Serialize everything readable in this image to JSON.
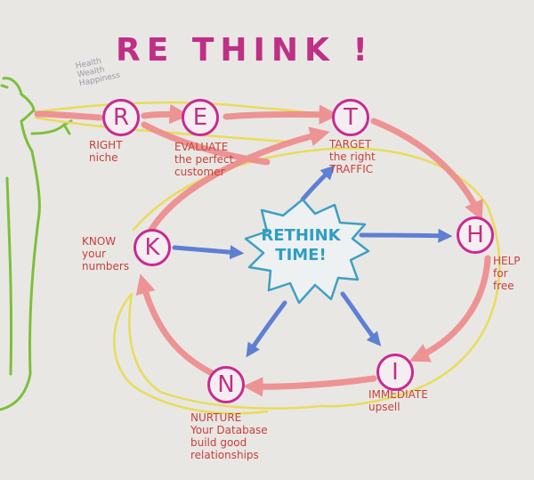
{
  "title": "RE THINK !",
  "note": [
    "Health",
    "Wealth",
    "Happiness"
  ],
  "center": [
    "RETHINK",
    "TIME!"
  ],
  "nodes": {
    "r": {
      "letter": "R",
      "label": [
        "RIGHT",
        "niche"
      ]
    },
    "e": {
      "letter": "E",
      "label": [
        "EVALUATE",
        "the perfect",
        "customer"
      ]
    },
    "t": {
      "letter": "T",
      "label": [
        "TARGET",
        "the right",
        "TRAFFIC"
      ]
    },
    "h": {
      "letter": "H",
      "label": [
        "HELP",
        "for",
        "free"
      ]
    },
    "i": {
      "letter": "I",
      "label": [
        "IMMEDIATE",
        "upsell"
      ]
    },
    "n": {
      "letter": "N",
      "label": [
        "NURTURE",
        "Your Database",
        "build good",
        "relationships"
      ]
    },
    "k": {
      "letter": "K",
      "label": [
        "KNOW",
        "your",
        "numbers"
      ]
    }
  },
  "colors": {
    "board": "#e9e7e4",
    "node_ring": "#c82a93",
    "title": "#c02f86",
    "label_text": "#c8403a",
    "flow_arrow": "#ee8a8c",
    "center_arrow": "#5f7fd4",
    "center_text": "#2e9ec3",
    "yellow_path": "#e8dc5a",
    "figure": "#7dbf3c"
  }
}
